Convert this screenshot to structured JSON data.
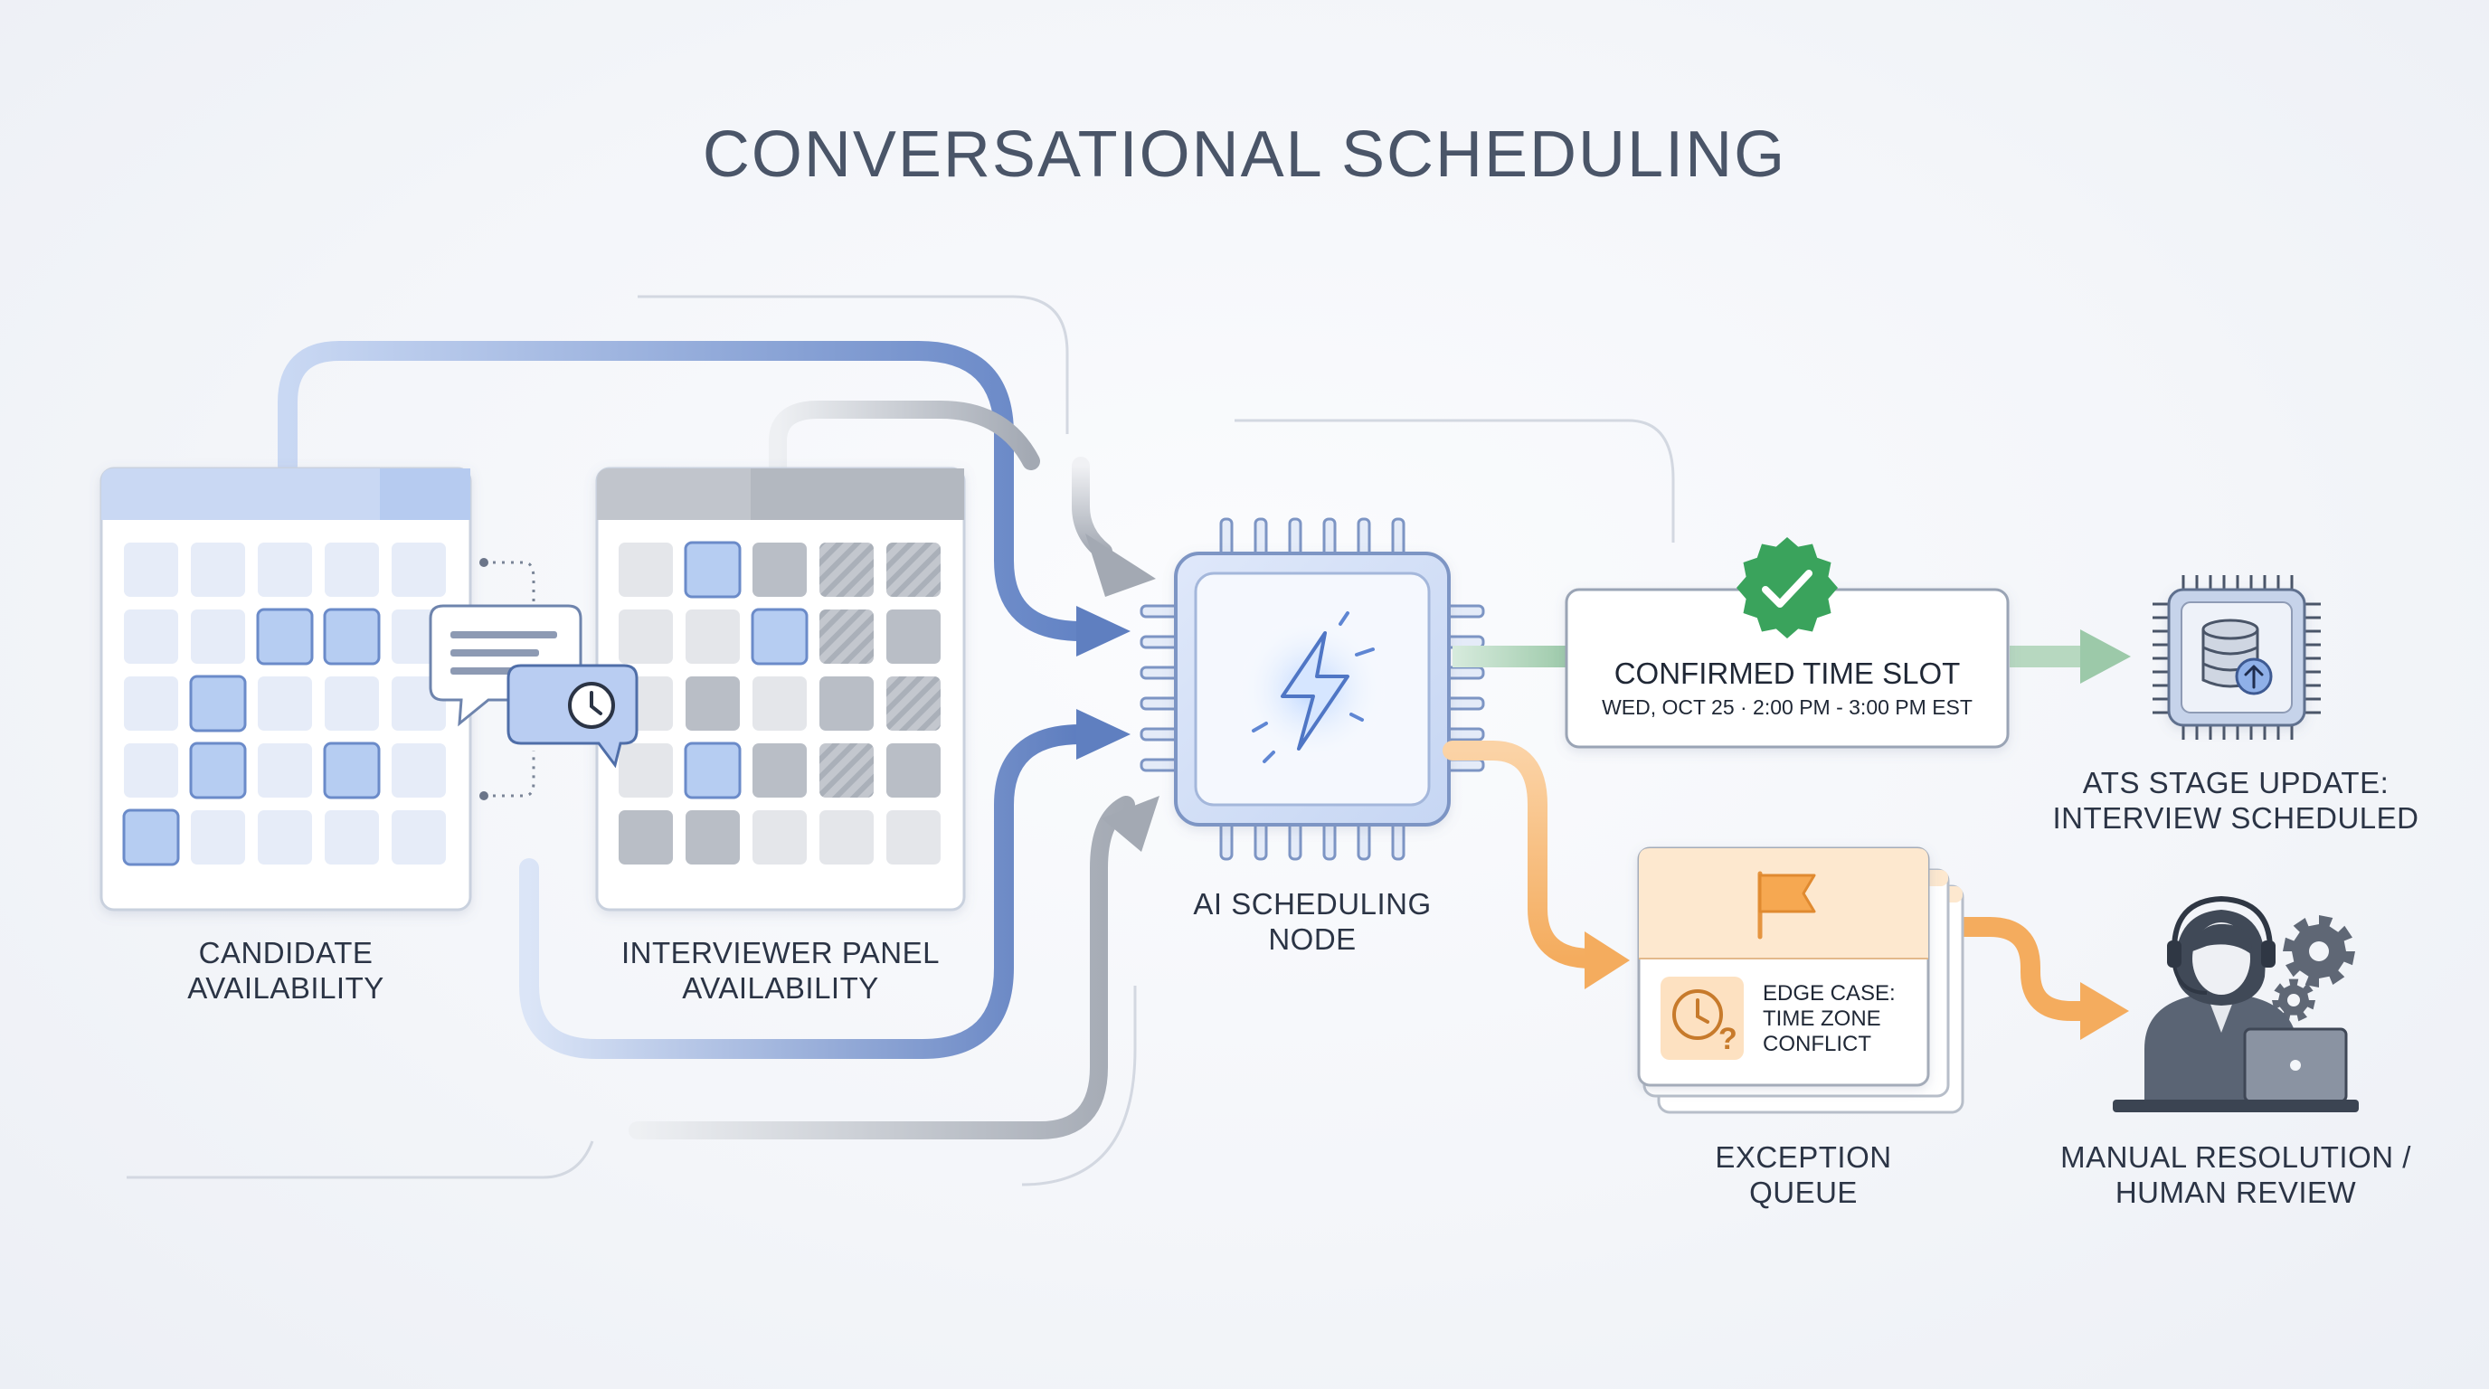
{
  "title": "CONVERSATIONAL SCHEDULING",
  "labels": {
    "candidate": [
      "CANDIDATE",
      "AVAILABILITY"
    ],
    "interviewer": [
      "INTERVIEWER PANEL",
      "AVAILABILITY"
    ],
    "ai_node": [
      "AI SCHEDULING",
      "NODE"
    ],
    "ats": [
      "ATS STAGE UPDATE:",
      "INTERVIEW SCHEDULED"
    ],
    "exception": [
      "EXCEPTION",
      "QUEUE"
    ],
    "manual": [
      "MANUAL RESOLUTION /",
      "HUMAN REVIEW"
    ]
  },
  "confirmed": {
    "heading": "CONFIRMED TIME SLOT",
    "detail": "WED, OCT 25 · 2:00 PM - 3:00 PM EST"
  },
  "edge_case": [
    "EDGE CASE:",
    "TIME ZONE",
    "CONFLICT"
  ],
  "colors": {
    "blue": "#5f7fc0",
    "blue_light": "#c9d8f3",
    "gray": "#a3a9b3",
    "green": "#3aa35c",
    "green_arrow": "#9cc9a9",
    "orange": "#f4ac5e",
    "orange_light": "#fde8cf",
    "text": "#2b3445"
  },
  "icons": {
    "check": "check-badge-icon",
    "bolt": "lightning-bolt-icon",
    "chat": "chat-bubble-icon",
    "clock": "clock-icon",
    "flag": "flag-icon",
    "clock_question": "clock-question-icon",
    "database": "database-icon",
    "upload": "upload-arrow-icon",
    "gear": "gear-icon",
    "agent": "support-agent-icon",
    "laptop": "laptop-icon"
  }
}
